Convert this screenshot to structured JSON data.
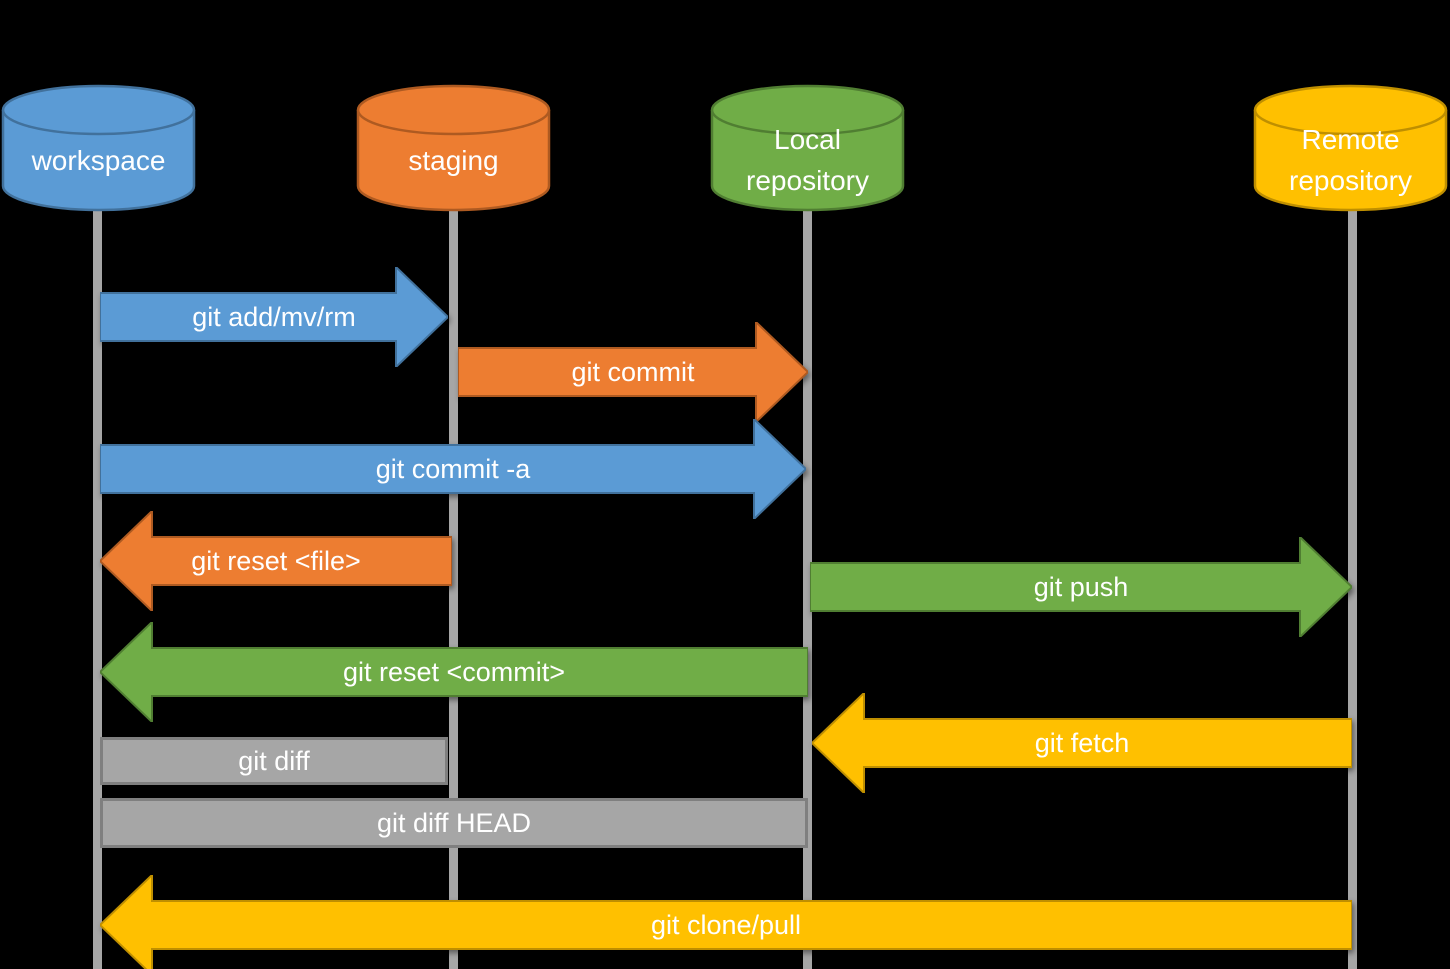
{
  "background": "#000000",
  "lifeline_color": "#A6A6A6",
  "nodes": {
    "workspace": {
      "label": "workspace",
      "fill": "#5B9BD5",
      "stroke": "#41719C"
    },
    "staging": {
      "label": "staging",
      "fill": "#ED7D31",
      "stroke": "#AE5A21"
    },
    "local": {
      "label": "Local\nrepository",
      "fill": "#70AD47",
      "stroke": "#507E32"
    },
    "remote": {
      "label": "Remote\nrepository",
      "fill": "#FFC000",
      "stroke": "#BF8F00"
    }
  },
  "arrows": [
    {
      "label": "git add/mv/rm",
      "from": "workspace",
      "to": "staging",
      "direction": "right",
      "fill": "#5B9BD5",
      "stroke": "#41719C"
    },
    {
      "label": "git commit",
      "from": "staging",
      "to": "local repository",
      "direction": "right",
      "fill": "#ED7D31",
      "stroke": "#AE5A21"
    },
    {
      "label": "git commit -a",
      "from": "workspace",
      "to": "local repository",
      "direction": "right",
      "fill": "#5B9BD5",
      "stroke": "#41719C"
    },
    {
      "label": "git reset <file>",
      "from": "staging",
      "to": "workspace",
      "direction": "left",
      "fill": "#ED7D31",
      "stroke": "#AE5A21"
    },
    {
      "label": "git push",
      "from": "local repository",
      "to": "remote repository",
      "direction": "right",
      "fill": "#70AD47",
      "stroke": "#507E32"
    },
    {
      "label": "git reset <commit>",
      "from": "local repository",
      "to": "workspace",
      "direction": "left",
      "fill": "#70AD47",
      "stroke": "#507E32"
    },
    {
      "label": "git fetch",
      "from": "remote repository",
      "to": "local repository",
      "direction": "left",
      "fill": "#FFC000",
      "stroke": "#BF8F00"
    },
    {
      "label": "git clone/pull",
      "from": "remote repository",
      "to": "workspace",
      "direction": "left",
      "fill": "#FFC000",
      "stroke": "#BF8F00"
    }
  ],
  "bars": [
    {
      "label": "git diff",
      "from": "workspace",
      "to": "staging",
      "fill": "#A6A6A6",
      "stroke": "#7F7F7F"
    },
    {
      "label": "git diff HEAD",
      "from": "workspace",
      "to": "local repository",
      "fill": "#A6A6A6",
      "stroke": "#7F7F7F"
    }
  ]
}
